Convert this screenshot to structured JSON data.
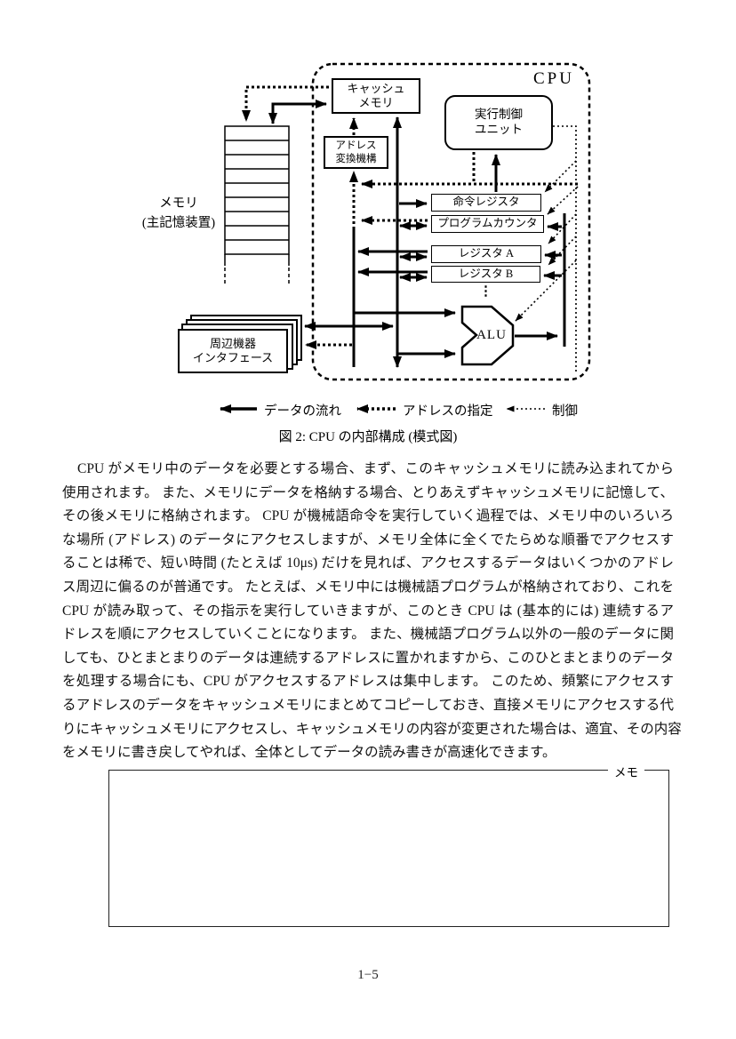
{
  "page": {
    "number": "1−5"
  },
  "diagram": {
    "cpu_label": "CPU",
    "boxes": {
      "cache": {
        "line1": "キャッシュ",
        "line2": "メモリ"
      },
      "exec_unit": {
        "line1": "実行制御",
        "line2": "ユニット"
      },
      "addr_translate": {
        "line1": "アドレス",
        "line2": "変換機構"
      },
      "inst_register": "命令レジスタ",
      "program_counter": "プログラムカウンタ",
      "register_a": "レジスタ A",
      "register_b": "レジスタ B",
      "alu": "ALU",
      "memory": {
        "line1": "メモリ",
        "line2": "(主記憶装置)"
      },
      "peripheral": {
        "line1": "周辺機器",
        "line2": "インタフェース"
      }
    },
    "ellipsis": "⋮",
    "legend": [
      {
        "label": "データの流れ",
        "style": "solid-thick-arrow"
      },
      {
        "label": "アドレスの指定",
        "style": "bold-dotted-arrow"
      },
      {
        "label": "制御",
        "style": "light-dotted-arrow"
      }
    ],
    "caption": "図 2: CPU の内部構成 (模式図)"
  },
  "body": {
    "lines": [
      "CPU がメモリ中のデータを必要とする場合、まず、このキャッシュメモリに読み込まれてから",
      "使用されます。 また、メモリにデータを格納する場合、とりあえずキャッシュメモリに記憶して、",
      "その後メモリに格納されます。 CPU が機械語命令を実行していく過程では、メモリ中のいろいろ",
      "な場所 (アドレス) のデータにアクセスしますが、メモリ全体に全くでたらめな順番でアクセスす",
      "ることは稀で、短い時間 (たとえば 10μs) だけを見れば、アクセスするデータはいくつかのアドレ",
      "ス周辺に偏るのが普通です。 たとえば、メモリ中には機械語プログラムが格納されており、これを",
      "CPU が読み取って、その指示を実行していきますが、このとき CPU は (基本的には) 連続するア",
      "ドレスを順にアクセスしていくことになります。 また、機械語プログラム以外の一般のデータに関",
      "しても、ひとまとまりのデータは連続するアドレスに置かれますから、このひとまとまりのデータ",
      "を処理する場合にも、CPU がアクセスするアドレスは集中します。 このため、頻繁にアクセスす",
      "るアドレスのデータをキャッシュメモリにまとめてコピーしておき、直接メモリにアクセスする代",
      "りにキャッシュメモリにアクセスし、キャッシュメモリの内容が変更された場合は、適宜、その内容",
      "をメモリに書き戻してやれば、全体としてデータの読み書きが高速化できます。"
    ]
  },
  "memo": {
    "label": "メモ"
  },
  "colors": {
    "ink": "#000000",
    "paper": "#ffffff"
  }
}
